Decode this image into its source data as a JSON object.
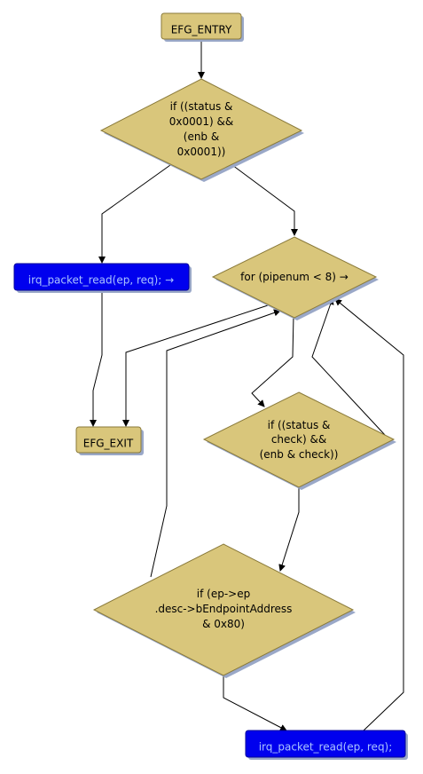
{
  "colors": {
    "node_tan": "#d9c67b",
    "node_tan_border": "#8a7a3a",
    "node_blue": "#0000ee",
    "node_blue_border": "#00009a",
    "shadow": "#9aa8c8",
    "edge": "#000000"
  },
  "nodes": {
    "entry": {
      "label": "EFG_ENTRY"
    },
    "cond1": {
      "lines": [
        "if ((status &",
        "0x0001) &&",
        "(enb &",
        "0x0001))"
      ]
    },
    "read1": {
      "label": "irq_packet_read(ep, req); →"
    },
    "loop": {
      "label": "for (pipenum < 8) →"
    },
    "exit": {
      "label": "EFG_EXIT"
    },
    "cond2": {
      "lines": [
        "if ((status &",
        "check) &&",
        "(enb & check))"
      ]
    },
    "cond3": {
      "lines": [
        "if (ep->ep",
        ".desc->bEndpointAddress",
        "& 0x80)"
      ]
    },
    "read2": {
      "label": "irq_packet_read(ep, req);"
    }
  }
}
